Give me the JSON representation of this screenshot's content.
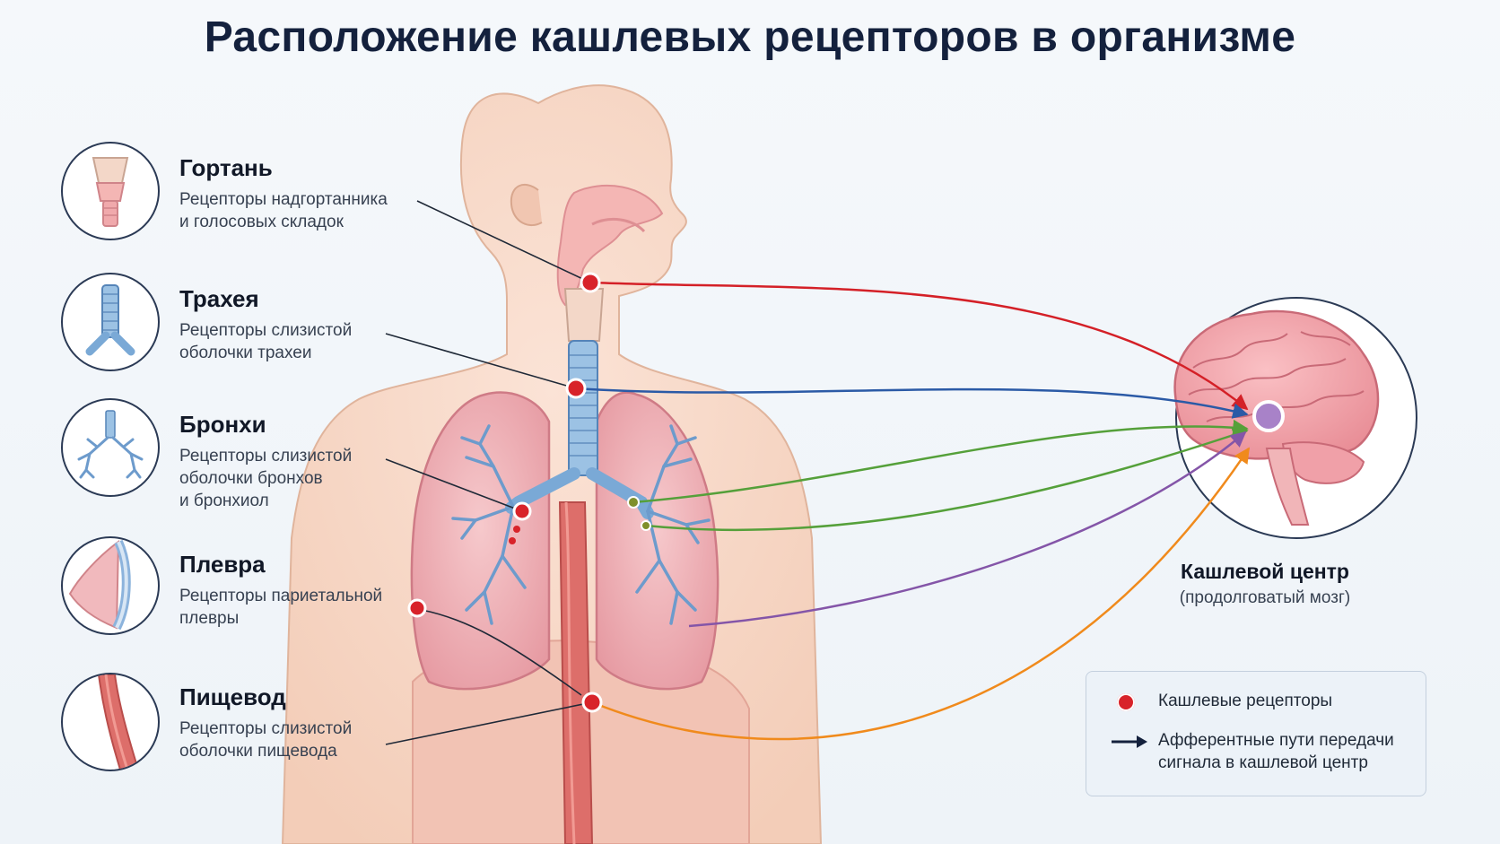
{
  "title": "Расположение кашлевых рецепторов в организме",
  "receptors": [
    {
      "name": "Гортань",
      "desc": [
        "Рецепторы надгортанника",
        "и голосовых складок"
      ]
    },
    {
      "name": "Трахея",
      "desc": [
        "Рецепторы слизистой",
        "оболочки трахеи"
      ]
    },
    {
      "name": "Бронхи",
      "desc": [
        "Рецепторы слизистой",
        "оболочки бронхов",
        "и бронхиол"
      ]
    },
    {
      "name": "Плевра",
      "desc": [
        "Рецепторы париетальной",
        "плевры"
      ]
    },
    {
      "name": "Пищевод",
      "desc": [
        "Рецепторы слизистой",
        "оболочки пищевода"
      ]
    }
  ],
  "cough_center": {
    "title": "Кашлевой центр",
    "subtitle": "(продолговатый мозг)"
  },
  "legend": {
    "receptors_label": "Кашлевые рецепторы",
    "pathways_label": [
      "Афферентные пути передачи",
      "сигнала в кашлевой центр"
    ]
  },
  "colors": {
    "larynx_path": "#d42027",
    "trachea_path": "#2b5aa6",
    "bronchi_path": "#55a03a",
    "pleura_path": "#8455a8",
    "esophagus_path": "#f08a1c",
    "receptor_dot": "#d8232a",
    "cough_center_dot": "#a882c8",
    "title": "#14213d"
  }
}
